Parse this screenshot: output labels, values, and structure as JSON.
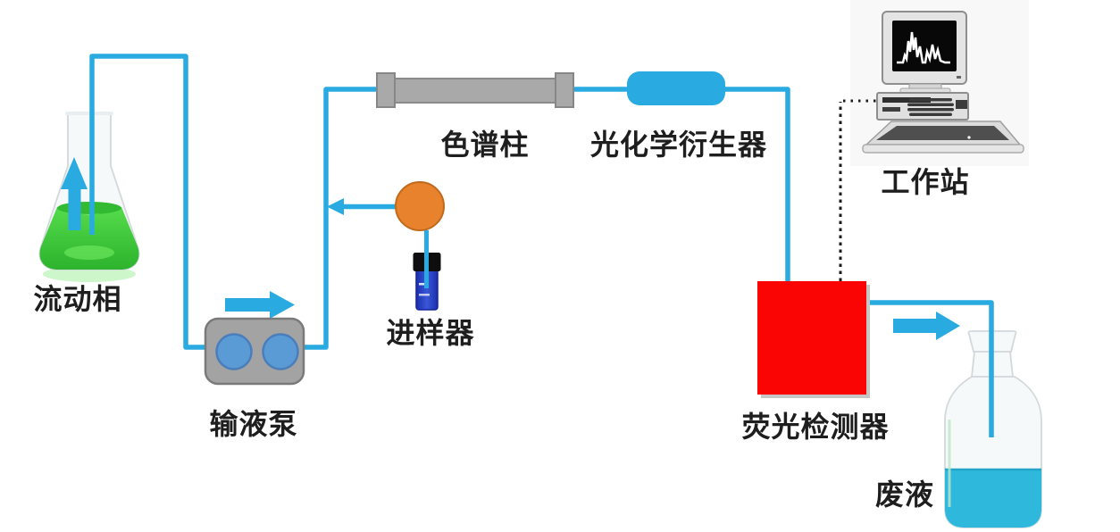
{
  "labels": {
    "mobile_phase": "流动相",
    "pump": "输液泵",
    "injector": "进样器",
    "column": "色谱柱",
    "derivatizer": "光化学衍生器",
    "workstation": "工作站",
    "detector": "荧光检测器",
    "waste": "废液"
  },
  "colors": {
    "tube": "#29ABE2",
    "mobile_phase_green": "#3ECB35",
    "injector_orange": "#E8822C",
    "pump_gray": "#A3A3A3",
    "pump_circle_blue": "#5B9BD5",
    "column_gray": "#A9A9A9",
    "derivatizer_blue": "#29ABE2",
    "detector_red": "#FB0404",
    "waste_liquid_cyan": "#2EB8DC",
    "signal_line_black": "#1C1C1C"
  }
}
